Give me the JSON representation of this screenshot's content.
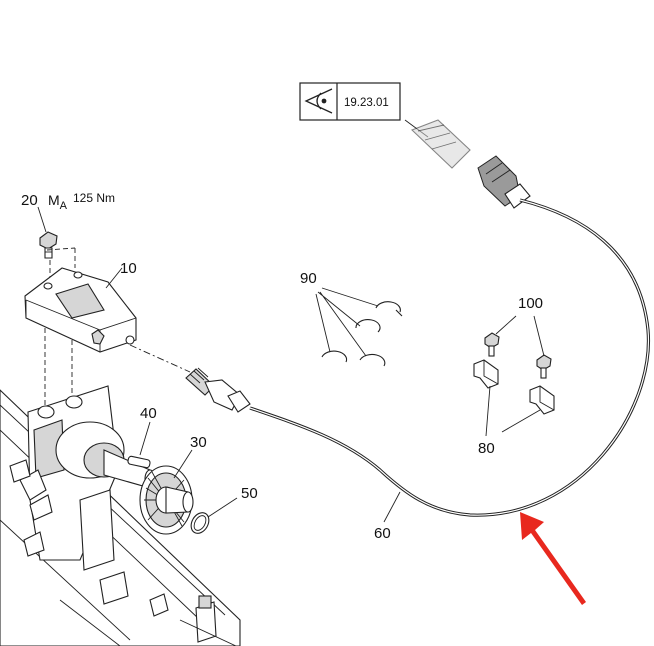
{
  "reference_box": {
    "icon": "eye-view-icon",
    "ref": "19.23.01"
  },
  "torque": {
    "prefix": "M",
    "subscript": "A",
    "value": "125 Nm"
  },
  "callouts": {
    "c10": "10",
    "c20": "20",
    "c30": "30",
    "c40": "40",
    "c50": "50",
    "c60": "60",
    "c80": "80",
    "c90": "90",
    "c100": "100"
  },
  "colors": {
    "line": "#222222",
    "arrow": "#e8281e",
    "shade": "#d6d6d6"
  }
}
